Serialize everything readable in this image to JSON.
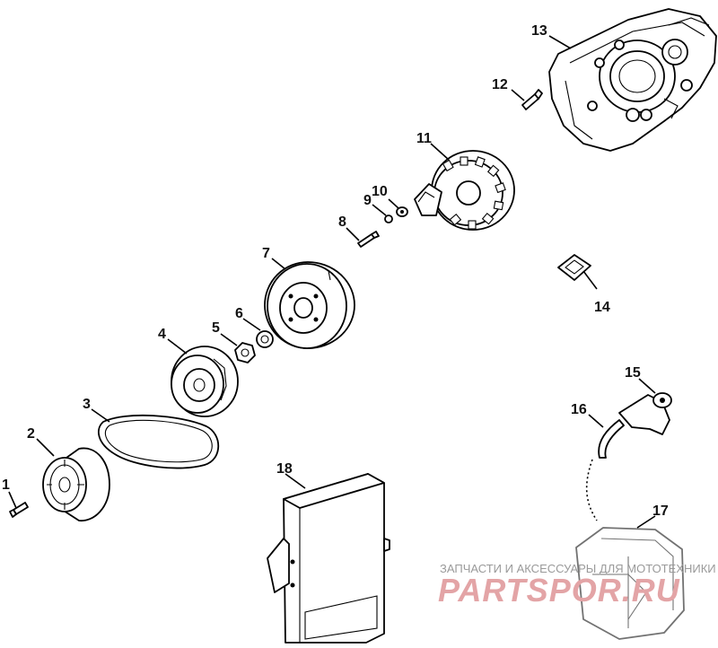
{
  "diagram": {
    "callouts": [
      "1",
      "2",
      "3",
      "4",
      "5",
      "6",
      "7",
      "8",
      "9",
      "10",
      "11",
      "12",
      "13",
      "14",
      "15",
      "16",
      "17",
      "18"
    ]
  },
  "watermark": {
    "tagline": "ЗАПЧАСТИ И АКСЕССУАРЫ ДЛЯ МОТОТЕХНИКИ",
    "brand": "PARTSPOR.RU"
  }
}
